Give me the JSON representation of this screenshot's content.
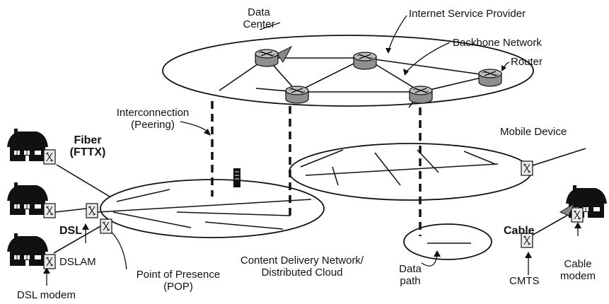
{
  "labels": {
    "data_center_1": "Data",
    "data_center_2": "Center",
    "isp": "Internet Service Provider",
    "backbone": "Backbone Network",
    "router": "Router",
    "interconnection_1": "Interconnection",
    "interconnection_2": "(Peering)",
    "mobile_device": "Mobile Device",
    "fiber_1": "Fiber",
    "fiber_2": "(FTTX)",
    "dsl": "DSL",
    "dslam": "DSLAM",
    "dsl_modem": "DSL modem",
    "pop_1": "Point of Presence",
    "pop_2": "(POP)",
    "cdn_1": "Content Delivery Network/",
    "cdn_2": "Distributed Cloud",
    "cable": "Cable",
    "data_path_1": "Data",
    "data_path_2": "path",
    "cmts": "CMTS",
    "cable_modem_1": "Cable",
    "cable_modem_2": "modem"
  },
  "icons": [
    "house-icon",
    "router-icon",
    "switch-icon",
    "server-icon"
  ],
  "colors": {
    "stroke": "#111111",
    "router_fill": "#9a9a9a",
    "switch_fill": "#e6e6e6"
  }
}
